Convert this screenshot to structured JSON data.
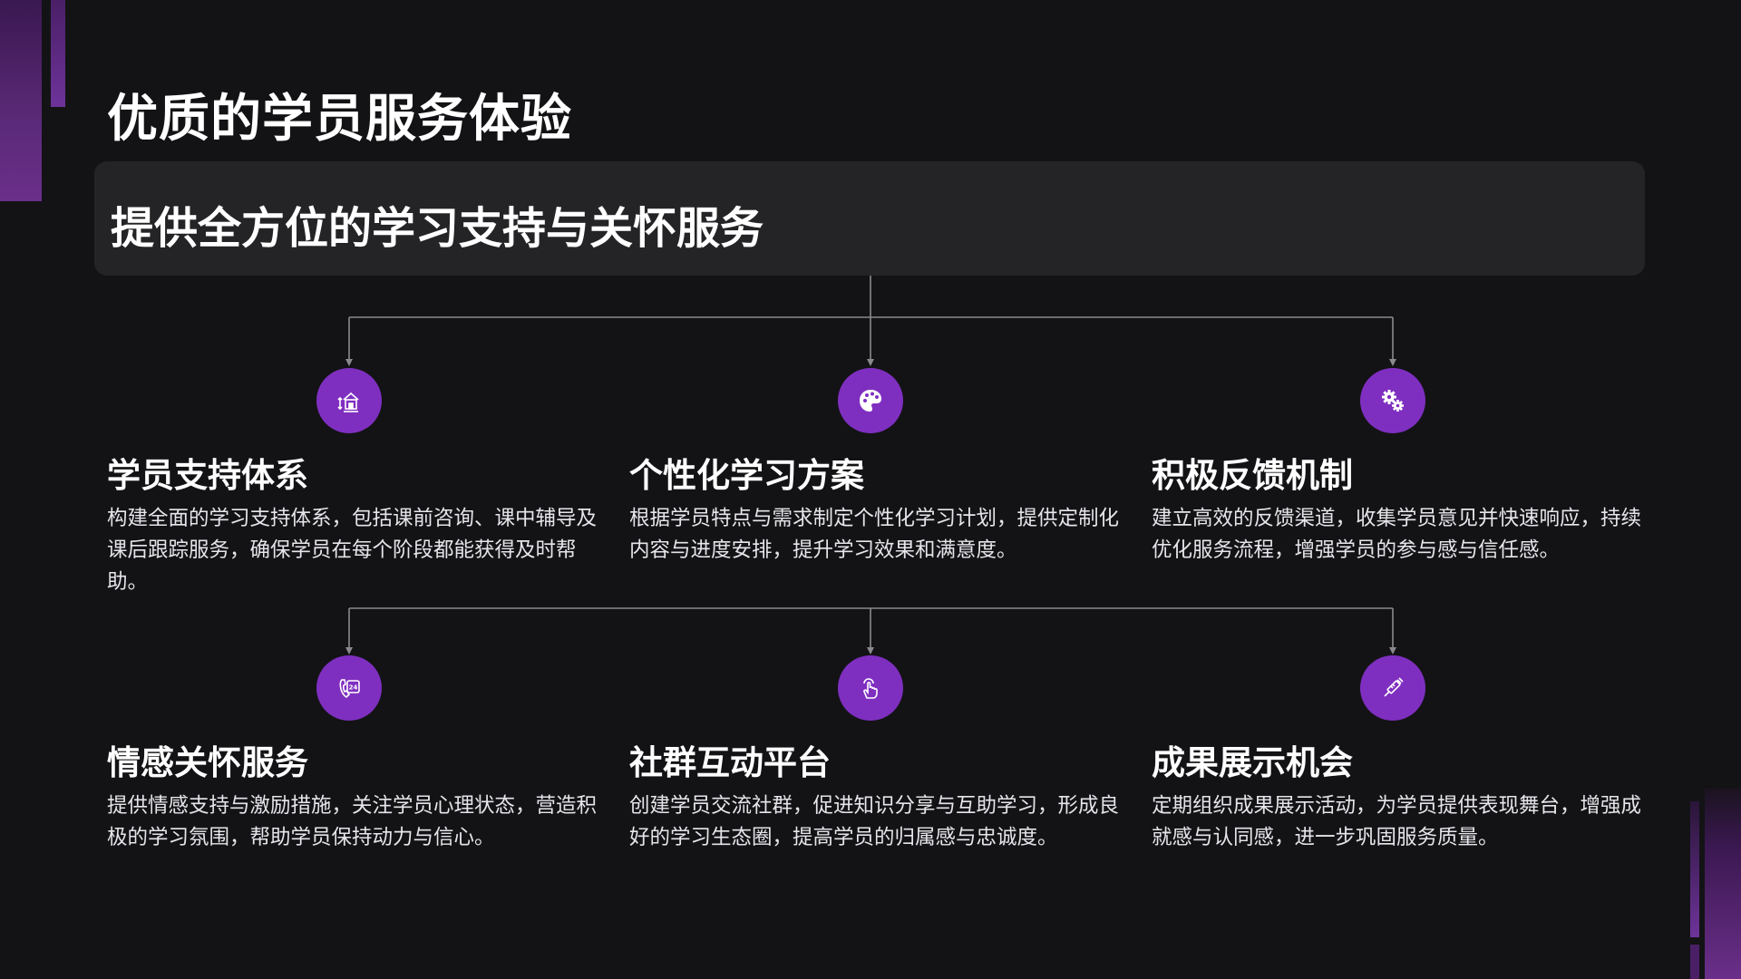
{
  "title": "优质的学员服务体验",
  "banner": "提供全方位的学习支持与关怀服务",
  "colors": {
    "background": "#131316",
    "banner": "#242427",
    "accent": "#7f2fc0",
    "connector": "#8a8a8e"
  },
  "items": [
    {
      "icon": "house-with-arrows-icon",
      "title": "学员支持体系",
      "desc": "构建全面的学习支持体系，包括课前咨询、课中辅导及课后跟踪服务，确保学员在每个阶段都能获得及时帮助。"
    },
    {
      "icon": "palette-icon",
      "title": "个性化学习方案",
      "desc": "根据学员特点与需求制定个性化学习计划，提供定制化内容与进度安排，提升学习效果和满意度。"
    },
    {
      "icon": "gears-icon",
      "title": "积极反馈机制",
      "desc": "建立高效的反馈渠道，收集学员意见并快速响应，持续优化服务流程，增强学员的参与感与信任感。"
    },
    {
      "icon": "24-hour-phone-icon",
      "title": "情感关怀服务",
      "desc": "提供情感支持与激励措施，关注学员心理状态，营造积极的学习氛围，帮助学员保持动力与信心。"
    },
    {
      "icon": "touch-hand-icon",
      "title": "社群互动平台",
      "desc": "创建学员交流社群，促进知识分享与互助学习，形成良好的学习生态圈，提高学员的归属感与忠诚度。"
    },
    {
      "icon": "syringe-icon",
      "title": "成果展示机会",
      "desc": "定期组织成果展示活动，为学员提供表现舞台，增强成就感与认同感，进一步巩固服务质量。"
    }
  ]
}
